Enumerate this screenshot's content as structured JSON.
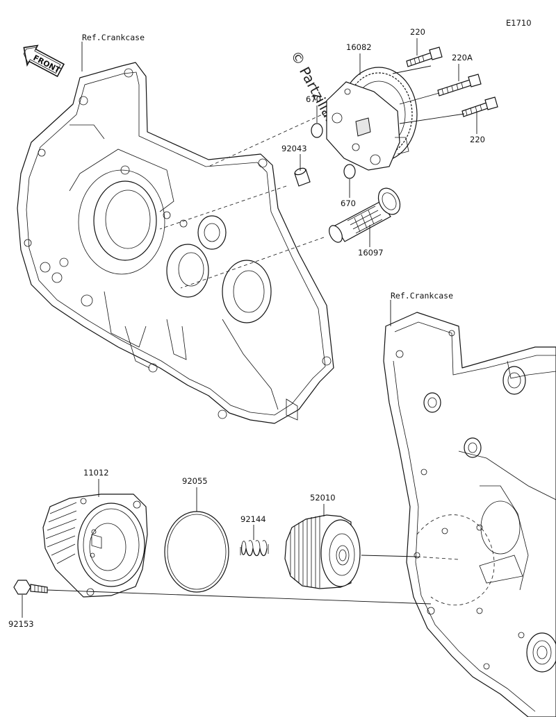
{
  "diagram_code": "E1710",
  "front_label": "FRONT",
  "watermark": "© Partzilla.com",
  "ref_labels": {
    "crankcase_left": "Ref.Crankcase",
    "crankcase_right": "Ref.Crankcase"
  },
  "parts": {
    "p16082": "16082",
    "p220_top": "220",
    "p220a": "220A",
    "p220_bottom": "220",
    "p670_top": "670",
    "p670_bottom": "670",
    "p92043": "92043",
    "p16097": "16097",
    "p11012": "11012",
    "p92055": "92055",
    "p92144": "92144",
    "p52010": "52010",
    "p92153": "92153"
  }
}
